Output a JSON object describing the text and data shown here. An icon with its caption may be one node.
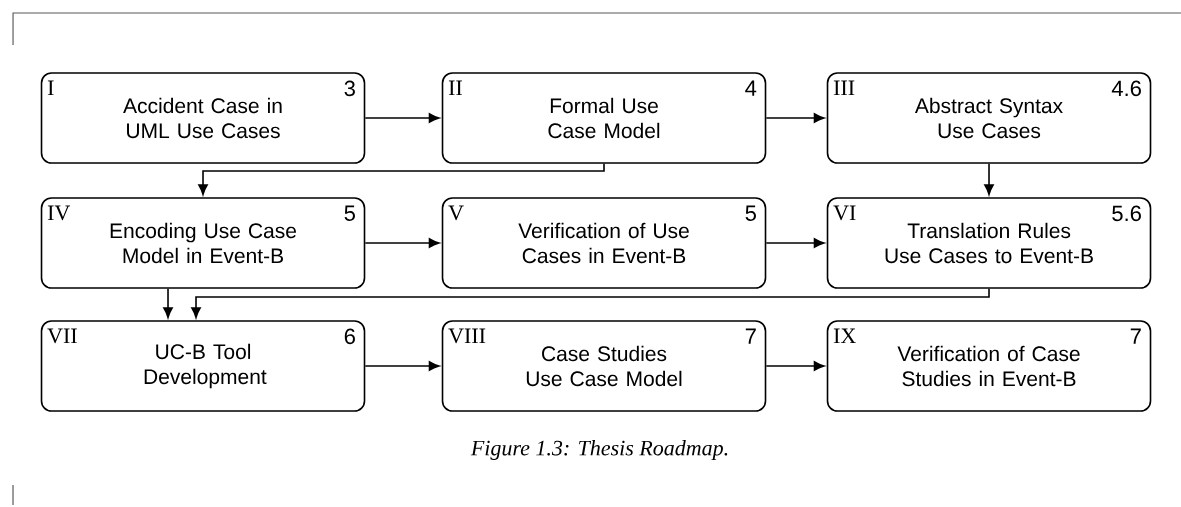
{
  "diagram": {
    "caption": "Figure 1.3: Thesis Roadmap.",
    "nodes": [
      {
        "text": [
          "I",
          "Accident Case in UML Use Cases",
          "3"
        ]
      },
      {
        "text": [
          "II",
          "Formal Use Case Model",
          "4"
        ]
      },
      {
        "text": [
          "III",
          "Abstract Syntax Use Cases",
          "4.6"
        ]
      },
      {
        "text": [
          "IV",
          "Encoding Use Case Model in Event-B",
          "5"
        ]
      },
      {
        "text": [
          "V",
          "Verification of Use Cases in Event-B",
          "5"
        ]
      },
      {
        "text": [
          "VI",
          "Translation Rules Use Cases to Event-B",
          "5.6"
        ]
      },
      {
        "text": [
          "VII",
          "UC-B Tool Development",
          "6"
        ]
      },
      {
        "text": [
          "VIII",
          "Case Studies Use Case Model",
          "7"
        ]
      },
      {
        "text": [
          "IX",
          "Verification of Case Studies in Event-B",
          "7"
        ]
      }
    ],
    "edges": [
      {
        "from": 0,
        "to": 1,
        "arrow": "to"
      },
      {
        "from": 1,
        "to": 2,
        "arrow": "to"
      },
      {
        "from": 1,
        "to": 3,
        "arrow": "to"
      },
      {
        "from": 2,
        "to": 5,
        "arrow": "to"
      },
      {
        "from": 3,
        "to": 4,
        "arrow": "to"
      },
      {
        "from": 4,
        "to": 5,
        "arrow": "to"
      },
      {
        "from": 3,
        "to": 6,
        "arrow": "to"
      },
      {
        "from": 5,
        "to": 6,
        "arrow": "to"
      },
      {
        "from": 6,
        "to": 7,
        "arrow": "to"
      },
      {
        "from": 7,
        "to": 8,
        "arrow": "to"
      }
    ]
  }
}
